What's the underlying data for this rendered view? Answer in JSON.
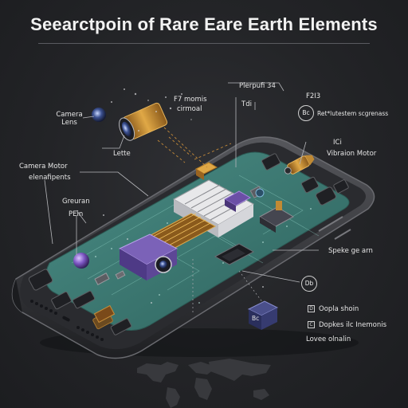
{
  "title": "Seearctpoin of Rare Eare Earth Elements",
  "labels": {
    "camera_lens": "Camera\nLens",
    "lette": "Lette",
    "f7_momis": "F7 momis",
    "cirmoal": "cirmoal",
    "plerpufi": "Plerpufi 34",
    "tdi": "Tdi",
    "f2i3": "F2I3",
    "bc_symbol": "Bc",
    "ret_line": "Ret*lutestem scgrenass",
    "ici": "ICi",
    "vibration_motor": "Vibraion Motor",
    "camera_motor": "Camera Motor",
    "elenafipents": "elenafipents",
    "greuran": "Greuran",
    "pein": "PEin",
    "speke": "Speke ge arn",
    "db": "Db",
    "cube_label": "Bc",
    "legend_1_mark": "D",
    "legend_1": "Oopla shoin",
    "legend_2_mark": "C",
    "legend_2": "Dopkes ilc Inemonis",
    "legend_3": "Lovee olnalin"
  },
  "colors": {
    "background": "#232427",
    "phone_body": "#3a3b3f",
    "pcb": "#3f7b74",
    "accent_orange": "#d9a23a",
    "accent_purple": "#6b4fa6"
  }
}
